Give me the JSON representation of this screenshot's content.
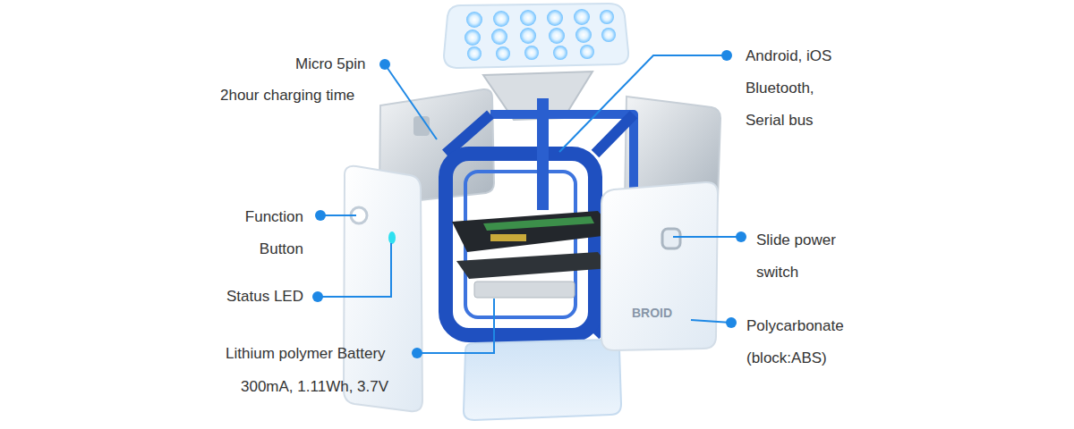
{
  "diagram": {
    "labels": [
      "Micro 5pin",
      "2hour charging time",
      "Android, iOS Bluetooth, Serial bus",
      "Function Button",
      "Status LED",
      "Slide power switch",
      "Lithium polymer Battery",
      "300mA, 1.11Wh, 3.7V",
      "Polycarbonate (block:ABS)",
      "BROID"
    ]
  }
}
